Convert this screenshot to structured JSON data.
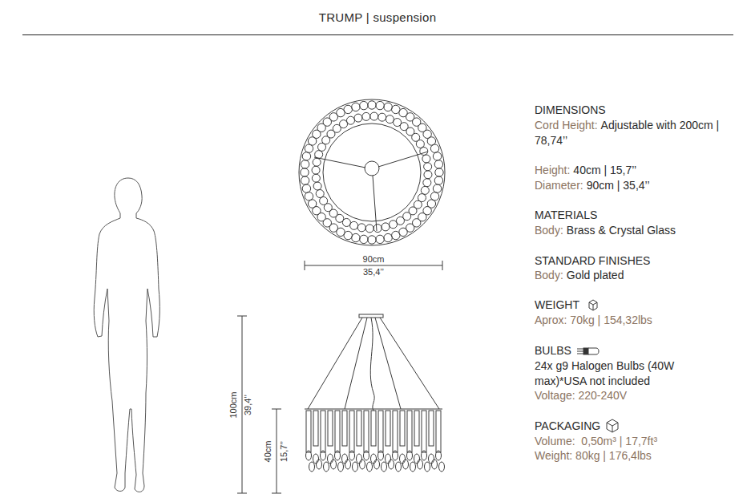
{
  "diagram": {
    "title": "TRUMP | suspension",
    "labels": [
      "90cm",
      "35,4’’",
      "100cm",
      "39,4’’",
      "40cm",
      "15,7’’",
      "DIMENSIONS",
      "Cord Height:",
      "Adjustable with 200cm | 78,74’’",
      "Height:",
      "40cm | 15,7’’",
      "Diameter:",
      "90cm | 35,4’’",
      "MATERIALS",
      "Body:",
      "Brass & Crystal Glass",
      "STANDARD FINISHES",
      "Body:",
      "Gold plated",
      "WEIGHT",
      "Aprox: 70kg | 154,32lbs",
      "BULBS",
      "24x g9 Halogen Bulbs (40W max)*USA not included",
      "Voltage: 220-240V",
      "PACKAGING",
      "Volume:  0,50m³ | 17,7ft³",
      "Weight: 80kg | 176,4lbs"
    ]
  }
}
